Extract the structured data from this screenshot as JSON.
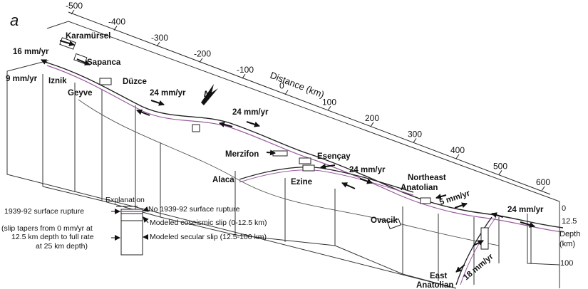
{
  "panel_label": "a",
  "axis": {
    "title": "Distance (km)",
    "ticks": [
      "-500",
      "-400",
      "-300",
      "-200",
      "-100",
      "0",
      "100",
      "200",
      "300",
      "400",
      "500",
      "600"
    ],
    "depth_title": "Depth",
    "depth_unit": "(km)",
    "depth_ticks": [
      "0",
      "12.5",
      "100"
    ]
  },
  "places": {
    "karamursel": "Karamürsel",
    "sapanca": "Sapanca",
    "iznik": "Iznik",
    "geyve": "Geyve",
    "duzce": "Düzce",
    "merzifon": "Merzifon",
    "esencay": "Esençay",
    "alaca": "Alaca",
    "ezine": "Ezine",
    "northeast_anatolian": [
      "Northeast",
      "Anatolian"
    ],
    "ovacik": "Ovacik",
    "east_anatolian": [
      "East",
      "Anatolian"
    ]
  },
  "rates": {
    "r16": "16 mm/yr",
    "r9": "9 mm/yr",
    "r24a": "24 mm/yr",
    "r24b": "24 mm/yr",
    "r24c": "24 mm/yr",
    "r5": "5 mm/yr",
    "r24d": "24 mm/yr",
    "r18": "18 mm/yr"
  },
  "explanation": {
    "title": "Explanation",
    "item_rupture": "1939-92 surface rupture",
    "item_no_rupture": "No 1939-92 surface rupture",
    "item_coseismic": "Modeled coseismic slip (0-12.5 km)",
    "item_secular": "Modeled secular slip (12.5-100 km)",
    "note": [
      "(slip tapers from 0 mm/yr at",
      "12.5 km depth to full rate",
      "at 25 km depth)"
    ]
  },
  "north_symbol": "N"
}
